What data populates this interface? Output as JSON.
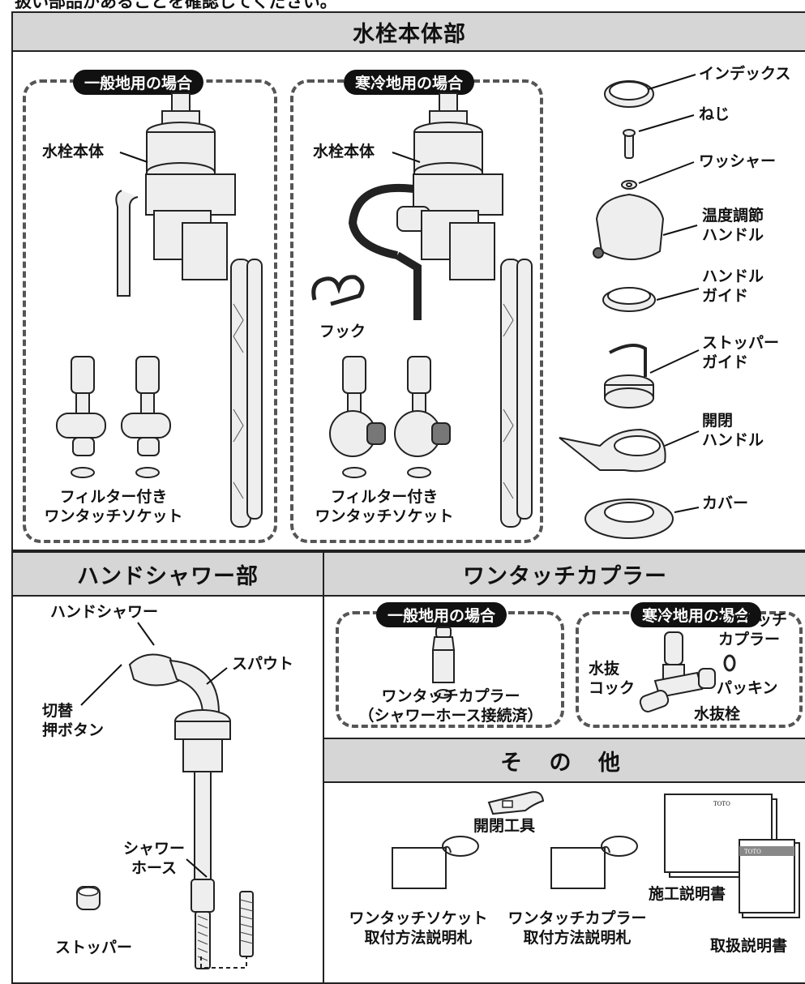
{
  "top_note": "扱い部品があることを確認してください。",
  "sections": {
    "faucet_body": "水栓本体部",
    "hand_shower": "ハンドシャワー部",
    "one_touch_coupler": "ワンタッチカプラー",
    "others": "そ の 他"
  },
  "faucet": {
    "general_badge": "一般地用の場合",
    "cold_badge": "寒冷地用の場合",
    "body_label_general": "水栓本体",
    "body_label_cold": "水栓本体",
    "hook_label": "フック",
    "socket_label_general": [
      "フィルター付き",
      "ワンタッチソケット"
    ],
    "socket_label_cold": [
      "フィルター付き",
      "ワンタッチソケット"
    ]
  },
  "parts": [
    {
      "label": [
        "インデックス"
      ]
    },
    {
      "label": [
        "ねじ"
      ]
    },
    {
      "label": [
        "ワッシャー"
      ]
    },
    {
      "label": [
        "温度調節",
        "ハンドル"
      ]
    },
    {
      "label": [
        "ハンドル",
        "ガイド"
      ]
    },
    {
      "label": [
        "ストッパー",
        "ガイド"
      ]
    },
    {
      "label": [
        "開閉",
        "ハンドル"
      ]
    },
    {
      "label": [
        "カバー"
      ]
    }
  ],
  "shower": {
    "hand_shower": "ハンドシャワー",
    "spout": "スパウト",
    "switch_button": [
      "切替",
      "押ボタン"
    ],
    "shower_hose": [
      "シャワー",
      "ホース"
    ],
    "stopper": "ストッパー"
  },
  "coupler": {
    "general_badge": "一般地用の場合",
    "cold_badge": "寒冷地用の場合",
    "general_label": [
      "ワンタッチカプラー",
      "（シャワーホース接続済）"
    ],
    "one_touch_coupler": [
      "ワンタッチ",
      "カプラー"
    ],
    "drain_cock": [
      "水抜",
      "コック"
    ],
    "packing": "パッキン",
    "drain_plug": "水抜栓"
  },
  "others": {
    "tool": "開閉工具",
    "socket_tag": [
      "ワンタッチソケット",
      "取付方法説明札"
    ],
    "coupler_tag": [
      "ワンタッチカプラー",
      "取付方法説明札"
    ],
    "install_manual": "施工説明書",
    "user_manual": "取扱説明書",
    "brand": "TOTO"
  }
}
